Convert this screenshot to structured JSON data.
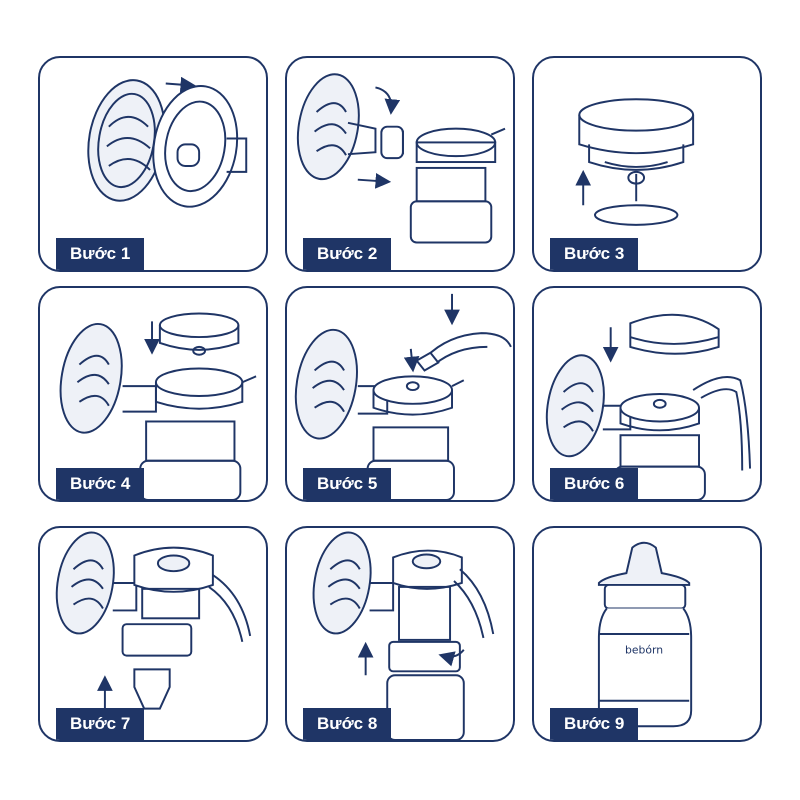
{
  "colors": {
    "primary": "#1f3566",
    "fill": "#eef1f7",
    "background": "#ffffff"
  },
  "steps": [
    {
      "label": "Bước 1"
    },
    {
      "label": "Bước 2"
    },
    {
      "label": "Bước 3"
    },
    {
      "label": "Bước 4"
    },
    {
      "label": "Bước 5"
    },
    {
      "label": "Bước 6"
    },
    {
      "label": "Bước 7"
    },
    {
      "label": "Bước 8"
    },
    {
      "label": "Bước 9"
    }
  ],
  "bottle_brand": "bebórn"
}
